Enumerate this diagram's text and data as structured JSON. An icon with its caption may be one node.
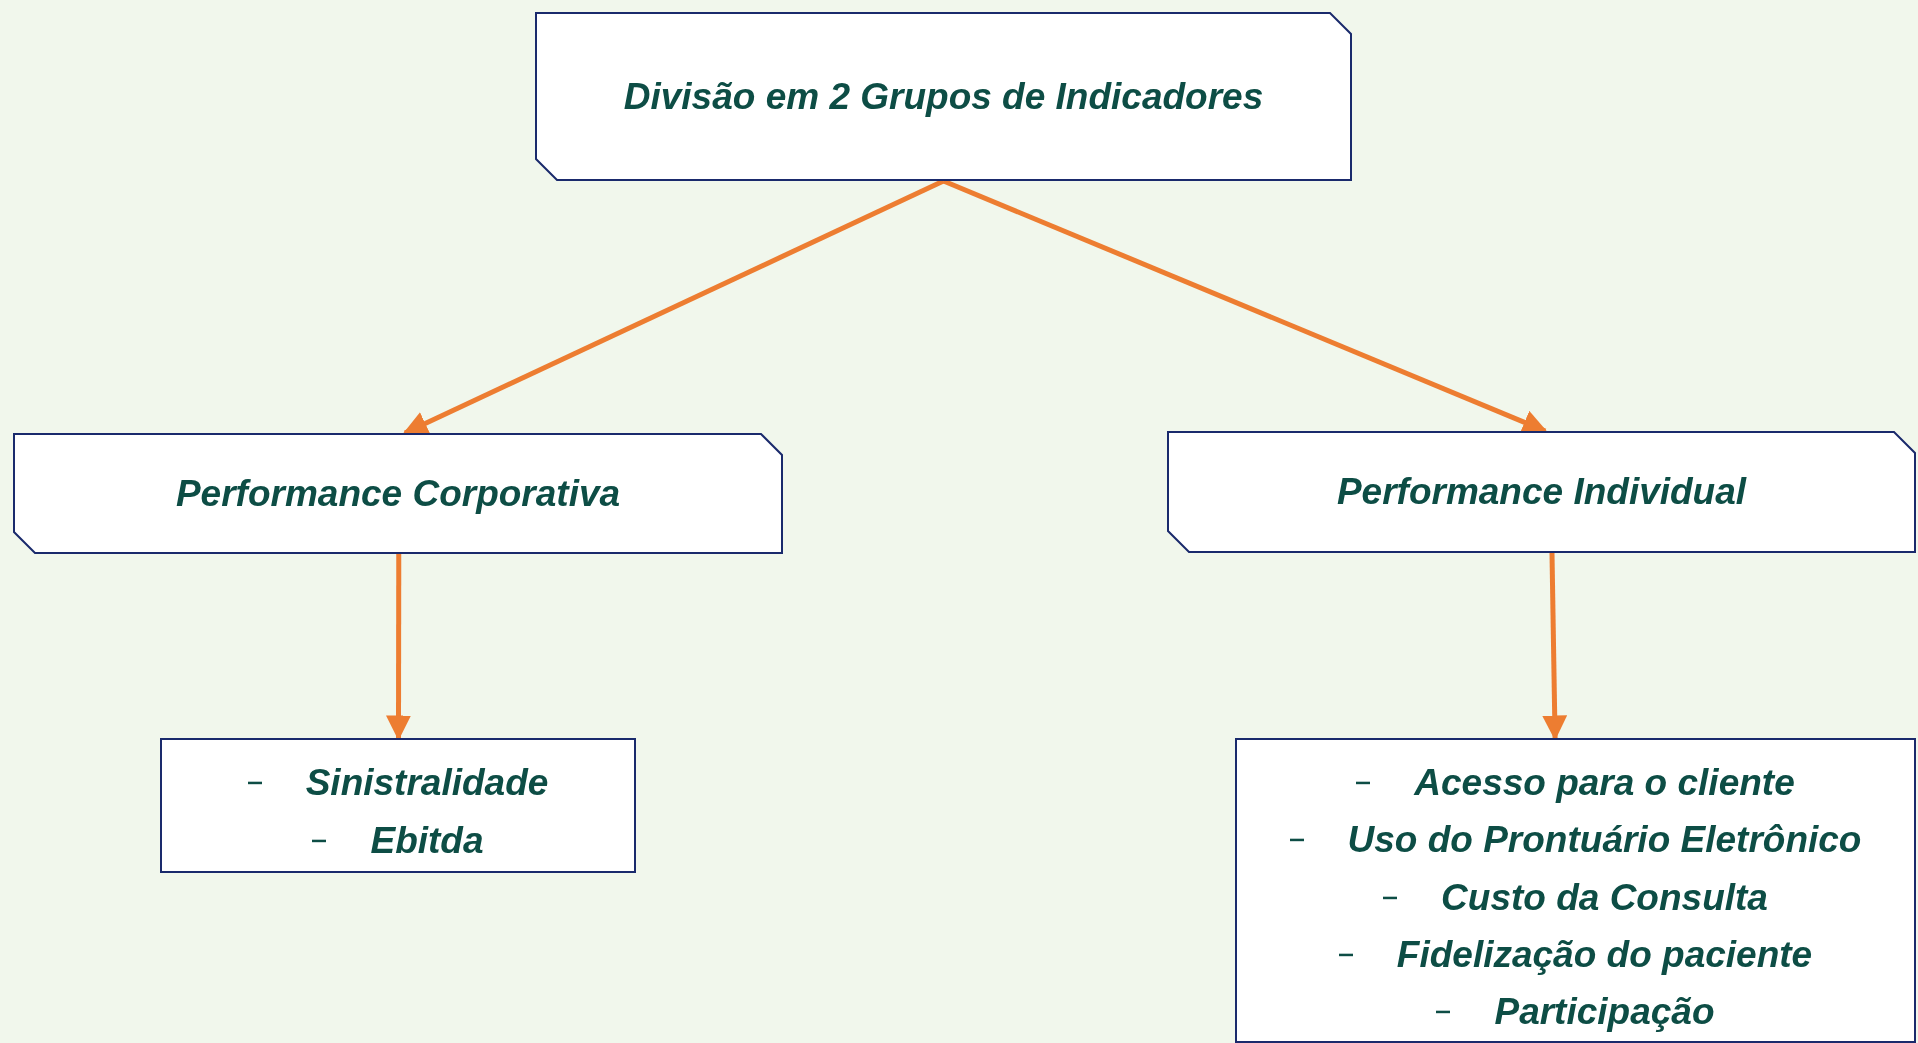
{
  "diagram": {
    "nodes": [
      {
        "text": [
          "Divisão em 2 Grupos de Indicadores"
        ]
      },
      {
        "text": [
          "Performance Corporativa"
        ]
      },
      {
        "text": [
          "Performance Individual"
        ]
      },
      {
        "text": [
          "Sinistralidade",
          "Ebitda"
        ]
      },
      {
        "text": [
          "Acesso para o cliente",
          "Uso do Prontuário Eletrônico",
          "Custo da Consulta",
          "Fidelização do paciente",
          "Participação"
        ]
      }
    ],
    "edges": [
      {
        "from": 0,
        "to": 1,
        "arrow": "to"
      },
      {
        "from": 0,
        "to": 2,
        "arrow": "to"
      },
      {
        "from": 1,
        "to": 3,
        "arrow": "to"
      },
      {
        "from": 2,
        "to": 4,
        "arrow": "to"
      }
    ]
  }
}
